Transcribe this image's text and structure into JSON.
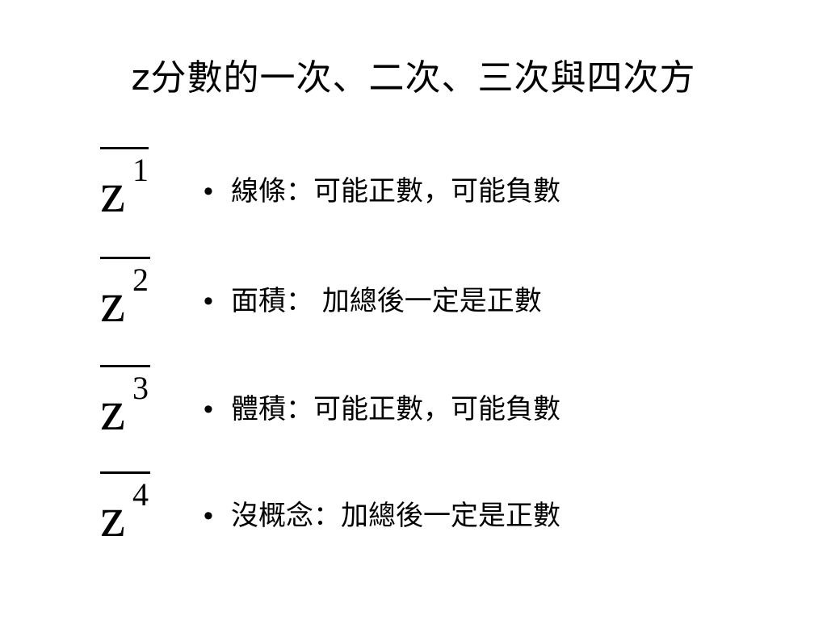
{
  "slide": {
    "title": "z分數的一次、二次、三次與四次方",
    "bullet_symbol": "•",
    "rows": [
      {
        "variable": "z",
        "exponent": "1",
        "text": "線條：可能正數，可能負數"
      },
      {
        "variable": "z",
        "exponent": "2",
        "text": "面積： 加總後一定是正數"
      },
      {
        "variable": "z",
        "exponent": "3",
        "text": "體積：可能正數，可能負數"
      },
      {
        "variable": "z",
        "exponent": "4",
        "text": "沒概念：加總後一定是正數"
      }
    ]
  }
}
